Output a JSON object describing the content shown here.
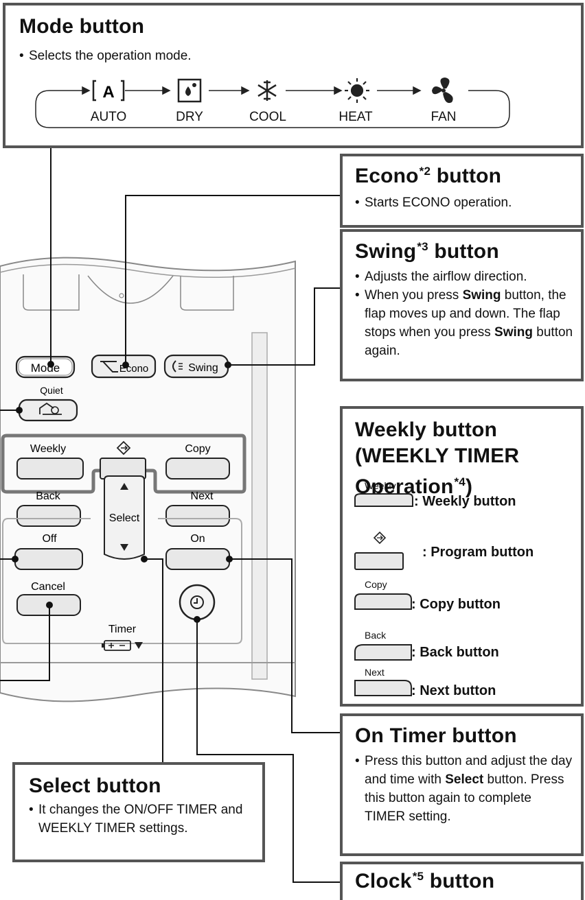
{
  "mode_box": {
    "title": "Mode button",
    "bullet": "Selects the operation mode.",
    "modes": [
      {
        "label": "AUTO",
        "icon": "auto-icon"
      },
      {
        "label": "DRY",
        "icon": "dry-icon"
      },
      {
        "label": "COOL",
        "icon": "cool-icon"
      },
      {
        "label": "HEAT",
        "icon": "heat-icon"
      },
      {
        "label": "FAN",
        "icon": "fan-icon"
      }
    ],
    "auto_icon_letter": "A"
  },
  "econo_box": {
    "title": "Econo",
    "title_sup": "*2",
    "title_suffix": "button",
    "bullet": "Starts ECONO operation."
  },
  "swing_box": {
    "title": "Swing",
    "title_sup": "*3",
    "title_suffix": "button",
    "bullet1": "Adjusts the airflow direction.",
    "bullet2_a": "When you press ",
    "bullet2_b": "Swing",
    "bullet2_c": " button, the flap moves up and down. The flap stops when you press ",
    "bullet2_d": "Swing",
    "bullet2_e": " button again."
  },
  "weekly_box": {
    "title_line1": "Weekly button",
    "title_line2": "(WEEKLY TIMER",
    "title_line3": "Operation",
    "title_sup": "*4",
    "title_close": ")",
    "items": [
      {
        "small": "Weekly",
        "desc": ": Weekly button"
      },
      {
        "small": "⮖",
        "desc": ": Program button"
      },
      {
        "small": "Copy",
        "desc": ": Copy button"
      },
      {
        "small": "Back",
        "desc": ": Back button"
      },
      {
        "small": "Next",
        "desc": ": Next button"
      }
    ]
  },
  "ontimer_box": {
    "title": "On Timer button",
    "b_a": "Press this button and adjust the day and time with ",
    "b_b": "Select",
    "b_c": " button. Press this button again to complete TIMER setting."
  },
  "select_box": {
    "title": "Select button",
    "bullet": "It changes the ON/OFF TIMER and WEEKLY TIMER settings."
  },
  "clock_box": {
    "title": "Clock",
    "title_sup": "*5",
    "title_suffix": "button"
  },
  "remote": {
    "mode": "Mode",
    "econo": "Econo",
    "swing": "Swing",
    "quiet": "Quiet",
    "weekly": "Weekly",
    "copy": "Copy",
    "back": "Back",
    "next": "Next",
    "select": "Select",
    "off": "Off",
    "on": "On",
    "cancel": "Cancel",
    "timer": "Timer"
  }
}
